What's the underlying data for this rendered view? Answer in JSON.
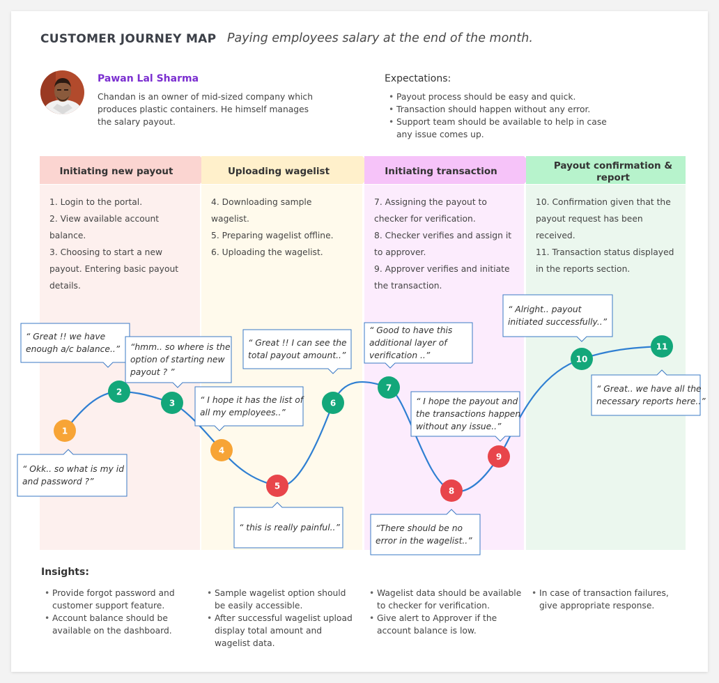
{
  "header": {
    "title": "CUSTOMER JOURNEY MAP",
    "subtitle": "Paying employees salary at the end of the month."
  },
  "persona": {
    "name": "Pawan Lal Sharma",
    "description": "Chandan is an owner of mid-sized company which produces plastic containers. He himself manages the salary payout."
  },
  "expectations": {
    "title": "Expectations:",
    "items": [
      "Payout process should be easy and quick.",
      "Transaction should happen without any error.",
      "Support team should be available to help in case any issue comes up."
    ]
  },
  "phases": [
    {
      "label": [
        "Initiating new payout"
      ],
      "color": "#fbd5d1",
      "bg": "#fdf0ee",
      "steps": [
        "1. Login to the portal.",
        "2. View available account",
        "balance.",
        "3. Choosing to start a new",
        "payout. Entering basic payout",
        "details."
      ]
    },
    {
      "label": [
        "Uploading wagelist"
      ],
      "color": "#fff0cb",
      "bg": "#fffaec",
      "steps": [
        "4. Downloading sample",
        "wagelist.",
        "5. Preparing wagelist offline.",
        "6. Uploading the wagelist."
      ]
    },
    {
      "label": [
        "Initiating transaction"
      ],
      "color": "#f6c3f9",
      "bg": "#fcecfd",
      "steps": [
        "7. Assigning the payout to",
        "checker for verification.",
        "8. Checker verifies and assign it",
        "to approver.",
        "9. Approver verifies and initiate",
        "the transaction."
      ]
    },
    {
      "label": [
        "Payout confirmation &",
        "report"
      ],
      "color": "#b7f3cc",
      "bg": "#ebf7ee",
      "steps": [
        "10. Confirmation given that the",
        "payout request has been",
        "received.",
        "11. Transaction status displayed",
        "in the reports section."
      ]
    }
  ],
  "nodes": [
    {
      "label": "1",
      "color": "#f7a436"
    },
    {
      "label": "2",
      "color": "#13a77a"
    },
    {
      "label": "3",
      "color": "#13a77a"
    },
    {
      "label": "4",
      "color": "#f7a436"
    },
    {
      "label": "5",
      "color": "#e8454b"
    },
    {
      "label": "6",
      "color": "#13a77a"
    },
    {
      "label": "7",
      "color": "#13a77a"
    },
    {
      "label": "8",
      "color": "#e8454b"
    },
    {
      "label": "9",
      "color": "#e8454b"
    },
    {
      "label": "10",
      "color": "#13a77a"
    },
    {
      "label": "11",
      "color": "#13a77a"
    }
  ],
  "quotes": [
    [
      "“ Great !! we have",
      "enough a/c balance..”"
    ],
    [
      "“hmm.. so where is the",
      "option of starting new",
      "payout ? ”"
    ],
    [
      "“ Okk.. so what is my id",
      "and password ?”"
    ],
    [
      "“ I hope it has the list of",
      "all my employees..”"
    ],
    [
      "“ this is really painful..”"
    ],
    [
      "“ Great !! I can see the",
      "total payout amount..”"
    ],
    [
      "“ Good to have this",
      "additional layer of",
      "verification ..”"
    ],
    [
      "“There should be no",
      "error in the wagelist..”"
    ],
    [
      "“ I hope the payout and",
      "the transactions happen",
      "without any issue..”"
    ],
    [
      "“ Alright.. payout",
      "initiated successfully..”"
    ],
    [
      "“ Great.. we have all the",
      "necessary reports here..”"
    ]
  ],
  "insights": {
    "title": "Insights:",
    "columns": [
      [
        "Provide forgot password and customer support feature.",
        "Account balance should be available on the dashboard."
      ],
      [
        "Sample wagelist option should be easily accessible.",
        "After successful wagelist upload display total amount and wagelist data."
      ],
      [
        "Wagelist data should be available to checker for verification.",
        "Give alert to Approver if the account balance is low."
      ],
      [
        "In case of transaction failures, give appropriate response."
      ]
    ]
  },
  "colors": {
    "accent_purple": "#7b2fd0",
    "curve": "#2f7fd2",
    "bubble_border": "#3a78c4"
  }
}
